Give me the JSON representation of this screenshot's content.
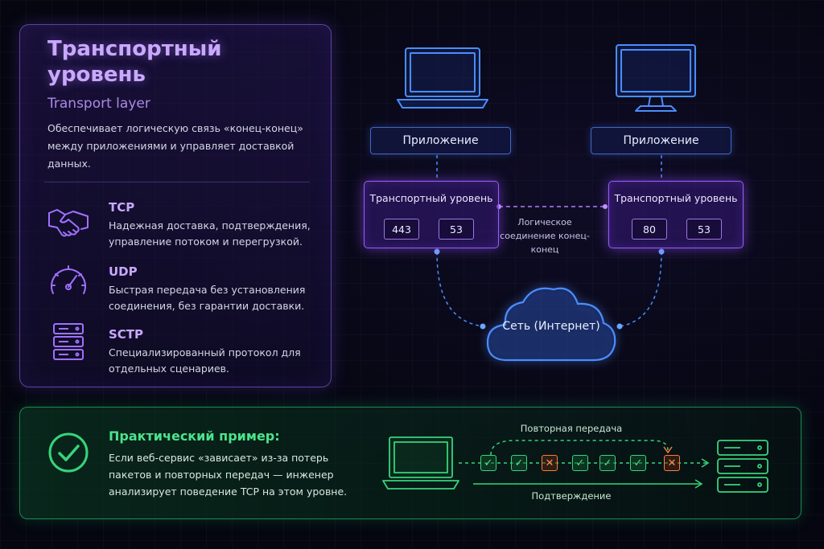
{
  "panel": {
    "title": "Транспортный уровень",
    "subtitle": "Transport layer",
    "description": "Обеспечивает логическую связь «конец-конец» между приложениями и управляет доставкой данных.",
    "protocols": [
      {
        "name": "TCP",
        "description": "Надежная доставка, подтверждения, управление потоком и перегрузкой.",
        "icon": "handshake-icon"
      },
      {
        "name": "UDP",
        "description": "Быстрая передача без установления соединения, без гарантии доставки.",
        "icon": "speedometer-icon"
      },
      {
        "name": "SCTP",
        "description": "Специализированный протокол для отдельных сценариев.",
        "icon": "server-stack-icon"
      }
    ]
  },
  "diagram": {
    "left_host": {
      "device": "laptop-icon",
      "app_label": "Приложение",
      "transport_label": "Транспортный уровень",
      "ports": [
        "443",
        "53"
      ]
    },
    "right_host": {
      "device": "monitor-icon",
      "app_label": "Приложение",
      "transport_label": "Транспортный уровень",
      "ports": [
        "80",
        "53"
      ]
    },
    "logical_link_label": "Логическое соединение конец-конец",
    "network_label": "Сеть (Интернет)"
  },
  "practice": {
    "title": "Практический пример:",
    "text": "Если веб-сервис «зависает» из-за потерь пакетов и повторных передач — инженер анализирует поведение TCP на этом уровне.",
    "retransmission_label": "Повторная передача",
    "ack_label": "Подтверждение",
    "packets": [
      "ok",
      "ok",
      "fail",
      "ok",
      "ok",
      "ok",
      "fail"
    ]
  },
  "colors": {
    "accent_purple": "#9a5cff",
    "accent_blue": "#4a8dff",
    "accent_green": "#37d47c",
    "error_orange": "#ff7a3c"
  }
}
